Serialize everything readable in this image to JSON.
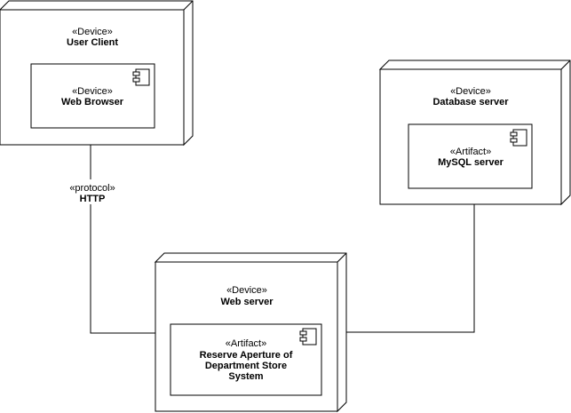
{
  "nodes": {
    "user_client": {
      "stereotype": "«Device»",
      "name": "User Client",
      "component": {
        "stereotype": "«Device»",
        "name": "Web Browser"
      }
    },
    "database_server": {
      "stereotype": "«Device»",
      "name": "Database server",
      "component": {
        "stereotype": "«Artifact»",
        "name": "MySQL server"
      }
    },
    "web_server": {
      "stereotype": "«Device»",
      "name": "Web server",
      "component": {
        "stereotype": "«Artifact»",
        "name_lines": [
          "Reserve Aperture of",
          "Department Store",
          "System"
        ]
      }
    }
  },
  "connections": [
    {
      "from": "user_client",
      "to": "web_server",
      "stereotype": "«protocol»",
      "label": "HTTP"
    },
    {
      "from": "web_server",
      "to": "database_server"
    }
  ]
}
